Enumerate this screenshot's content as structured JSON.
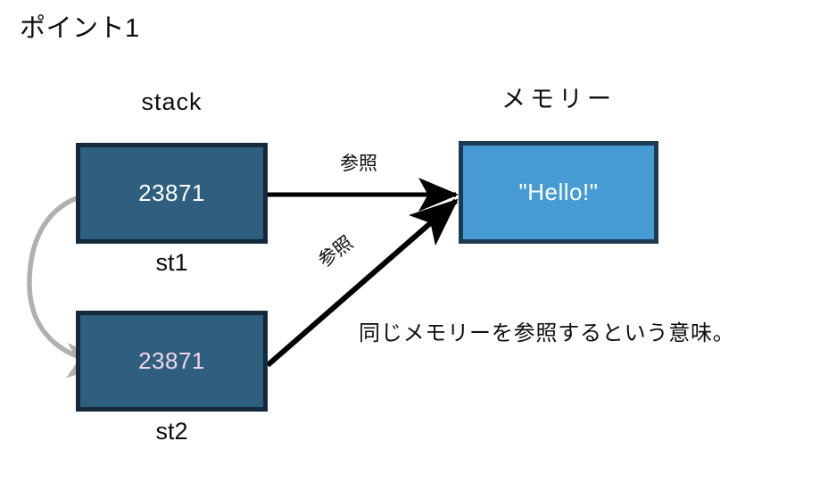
{
  "page": {
    "title": "ポイント1",
    "background": "#ffffff"
  },
  "sections": {
    "stack_label": "stack",
    "memory_label": "メモリー"
  },
  "stack": {
    "variables": [
      {
        "name": "st1",
        "value": "23871",
        "value_color": "#ffffff"
      },
      {
        "name": "st2",
        "value": "23871",
        "value_color": "#f2d5ec"
      }
    ]
  },
  "memory": {
    "value": "\"Hello!\""
  },
  "arrows": {
    "st1_to_memory_label": "参照",
    "st2_to_memory_label": "参照",
    "copy_arrow_name": "st1-to-st2-copy-arrow"
  },
  "note": {
    "text": "同じメモリーを参照するという意味。"
  },
  "colors": {
    "stack_fill": "#2f5f7e",
    "stack_border": "#14293a",
    "memory_fill": "#479bd3",
    "memory_border": "#1c3b52",
    "arrow_black": "#000000",
    "arrow_gray": "#b0b0b0",
    "text_dark": "#0d0d0d"
  }
}
